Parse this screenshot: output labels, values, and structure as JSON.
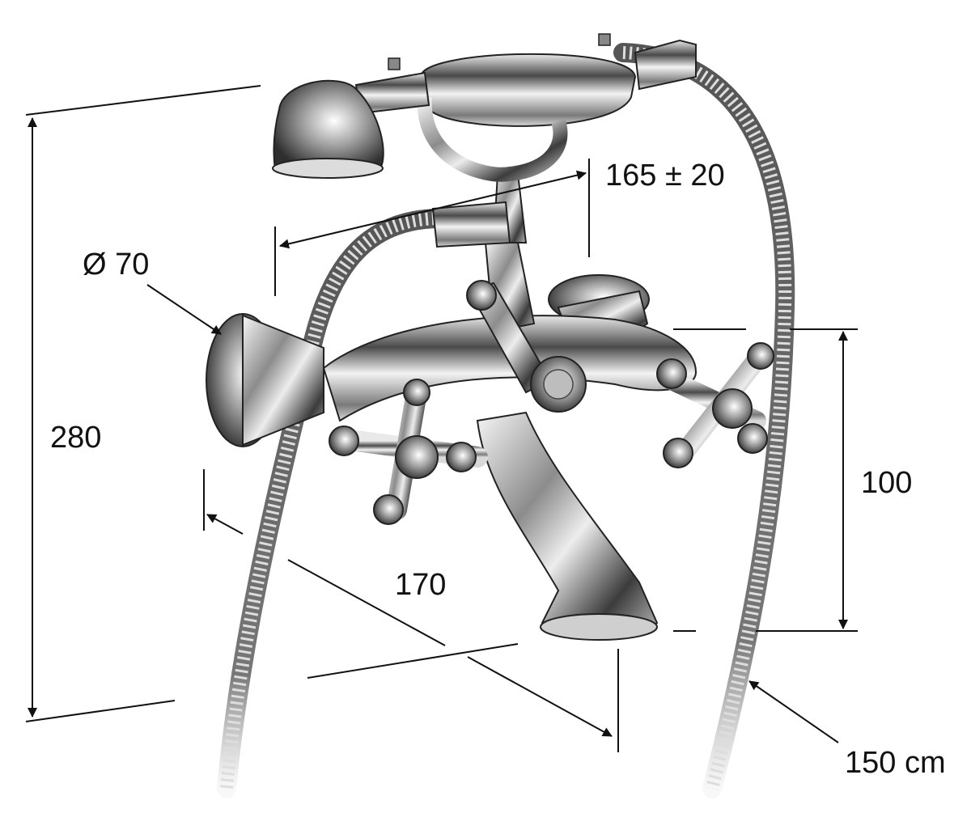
{
  "diagram": {
    "dimensions": {
      "height_total": "280",
      "diameter": "Ø 70",
      "handset_reach": "165 ± 20",
      "spout_height": "100",
      "depth": "170",
      "hose_length": "150 cm"
    },
    "colors": {
      "line": "#111111",
      "chrome_dark": "#3a3a3a",
      "chrome_mid": "#9a9a9a",
      "chrome_light": "#f4f4f4"
    }
  }
}
